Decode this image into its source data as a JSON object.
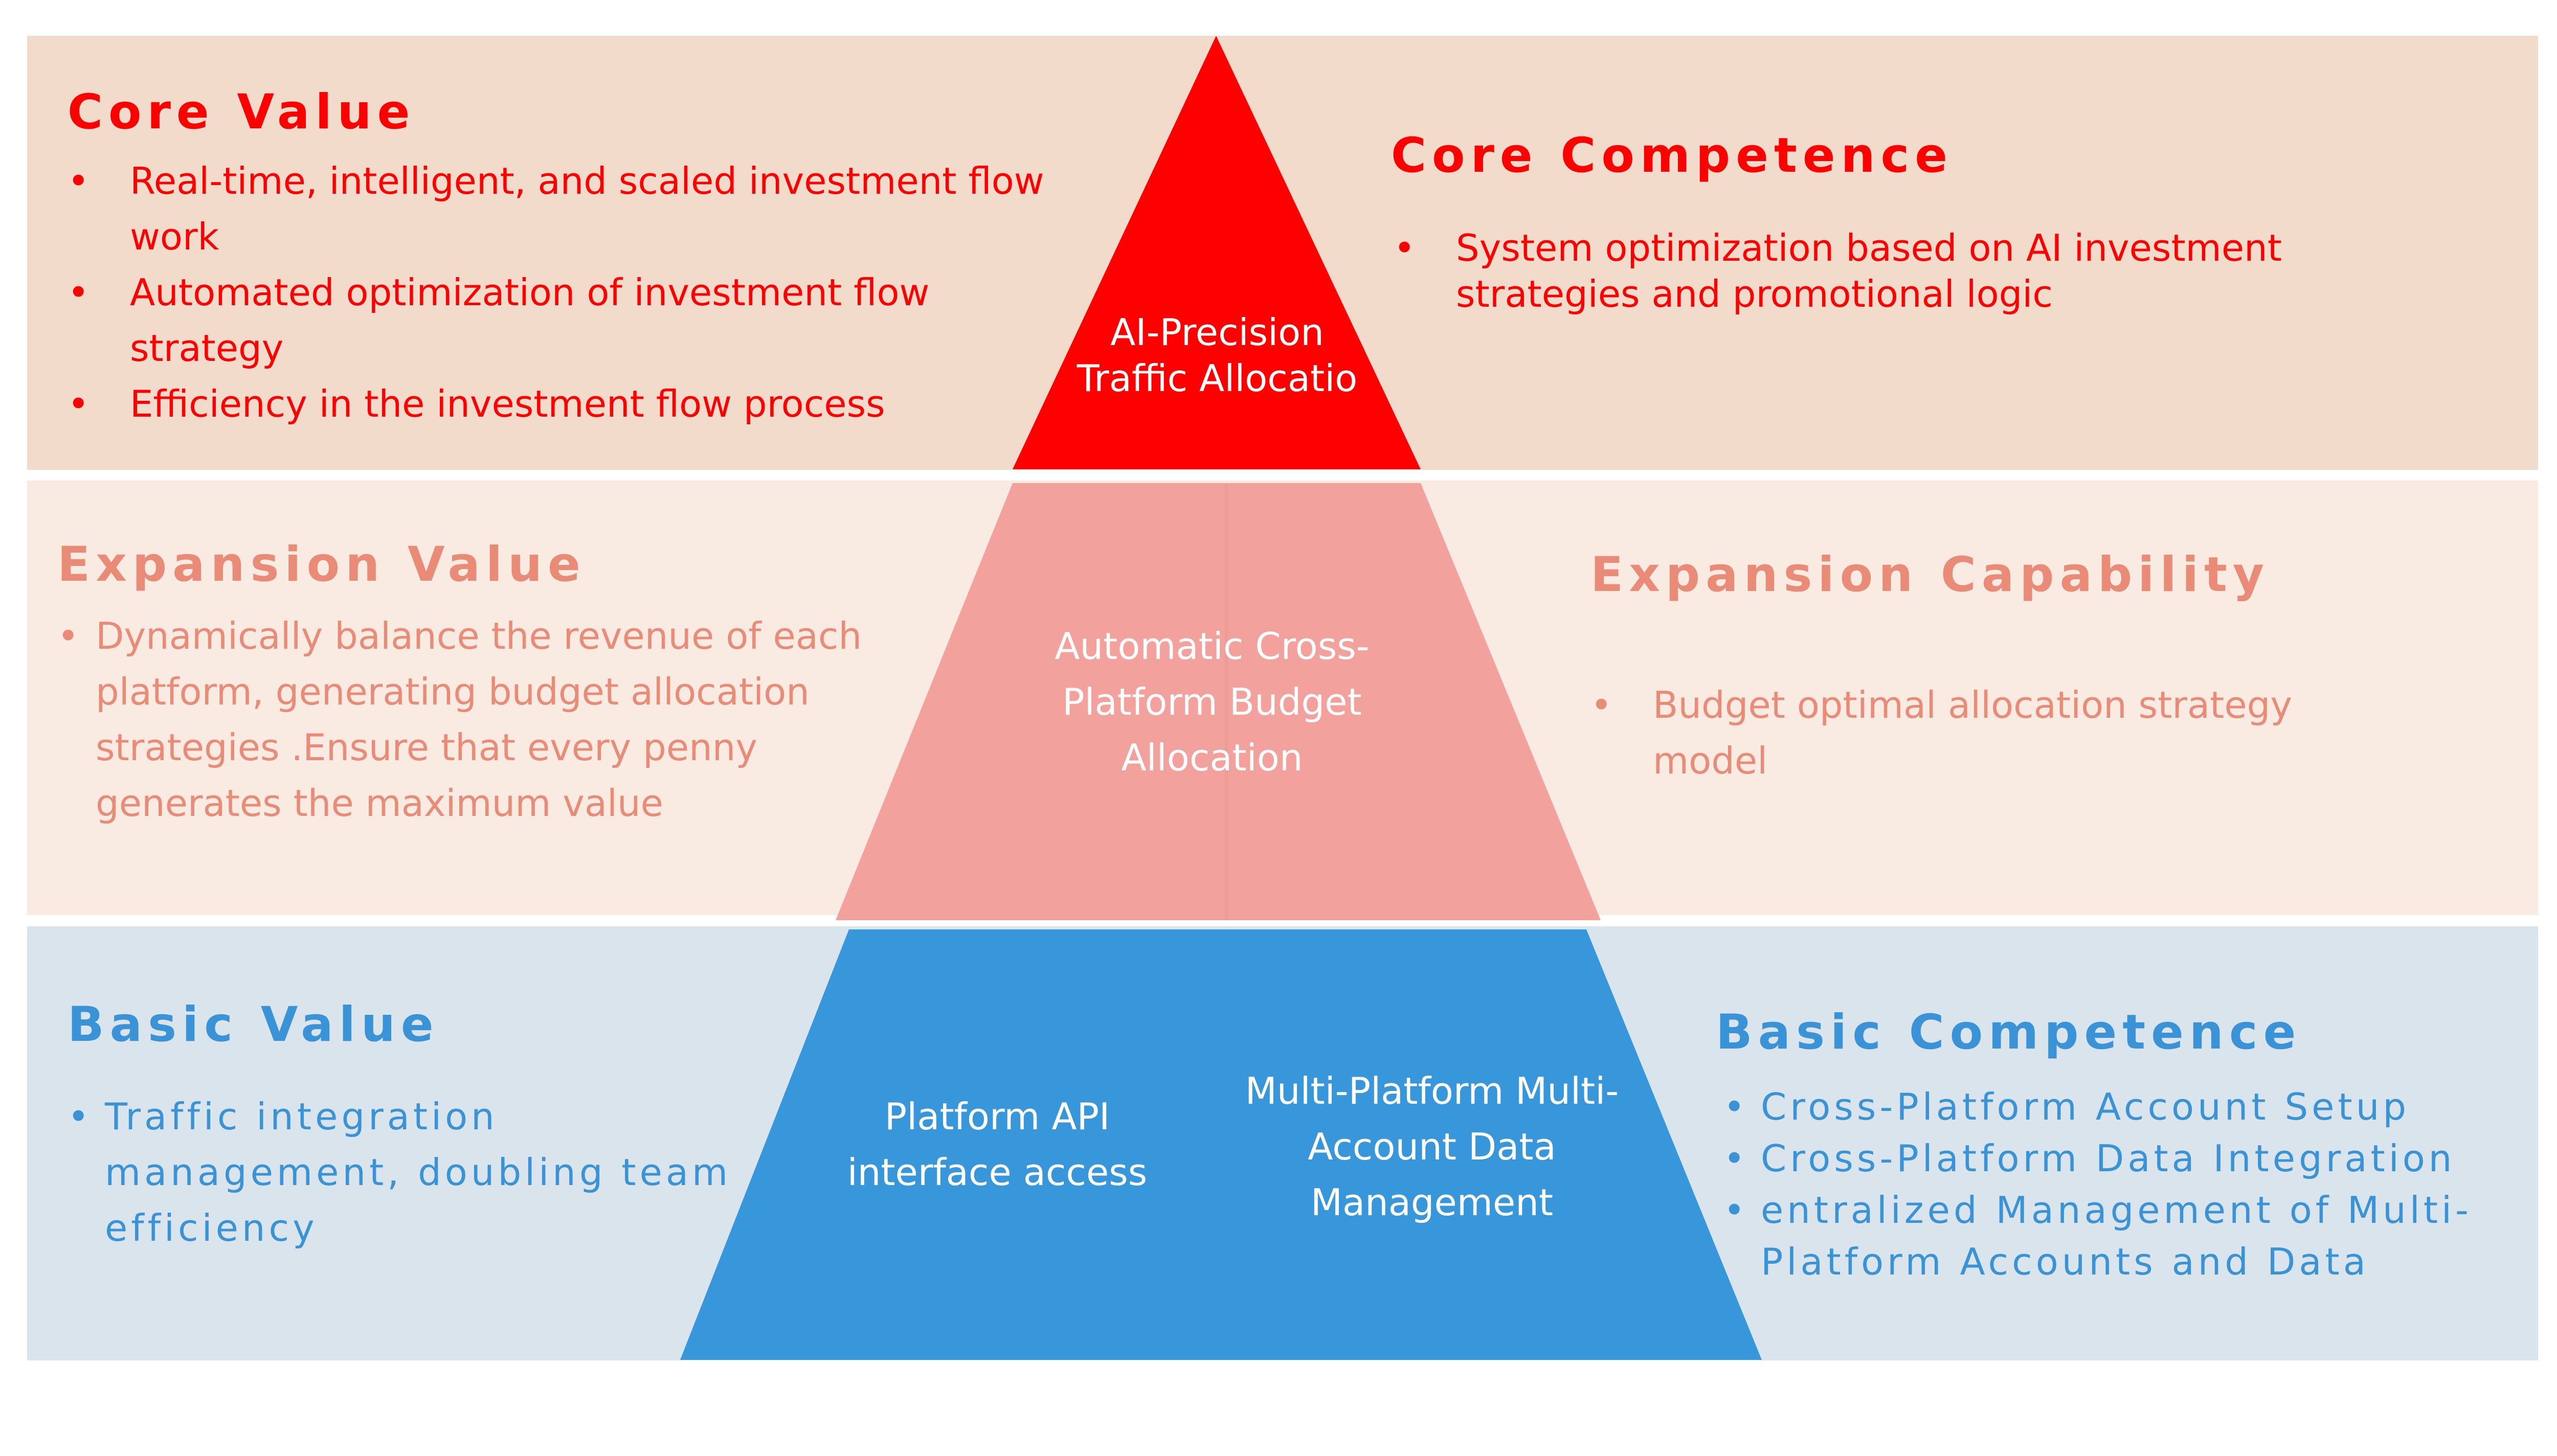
{
  "colors": {
    "core_band": "#f3dbcc",
    "expansion_band": "#f9eae2",
    "basic_band": "#d9e4ed",
    "core_triangle": "#ff0000",
    "expansion_triangle": "#f2a19d",
    "basic_triangle": "#3897db",
    "core_text": "#ff0000",
    "expansion_text": "#e98b76",
    "basic_text": "#3a93d6"
  },
  "bullet": "•",
  "core": {
    "value": {
      "title": "Core Value",
      "items": [
        "Real-time, intelligent, and scaled investment flow work",
        "Automated optimization of investment flow strategy",
        "Efficiency in the investment flow process"
      ]
    },
    "triangle_label": "AI-Precision Traffic Allocatio",
    "competence": {
      "title": "Core Competence",
      "items": [
        "System optimization based on AI investment strategies and promotional logic"
      ]
    }
  },
  "expansion": {
    "value": {
      "title": "Expansion Value",
      "items": [
        "Dynamically balance the revenue of each platform, generating budget allocation strategies .Ensure that every penny generates the maximum value"
      ]
    },
    "triangle_label": "Automatic Cross-Platform Budget Allocation",
    "capability": {
      "title": "Expansion Capability",
      "items": [
        "Budget optimal allocation strategy model"
      ]
    }
  },
  "basic": {
    "value": {
      "title": "Basic Value",
      "items": [
        "Traffic integration management, doubling team efficiency"
      ]
    },
    "triangle_left_label": "Platform API interface access",
    "triangle_right_label": "Multi-Platform Multi-Account Data Management",
    "competence": {
      "title": "Basic Competence",
      "items": [
        "Cross-Platform Account Setup",
        "Cross-Platform Data Integration",
        "entralized Management of Multi-Platform Accounts and Data"
      ]
    }
  }
}
